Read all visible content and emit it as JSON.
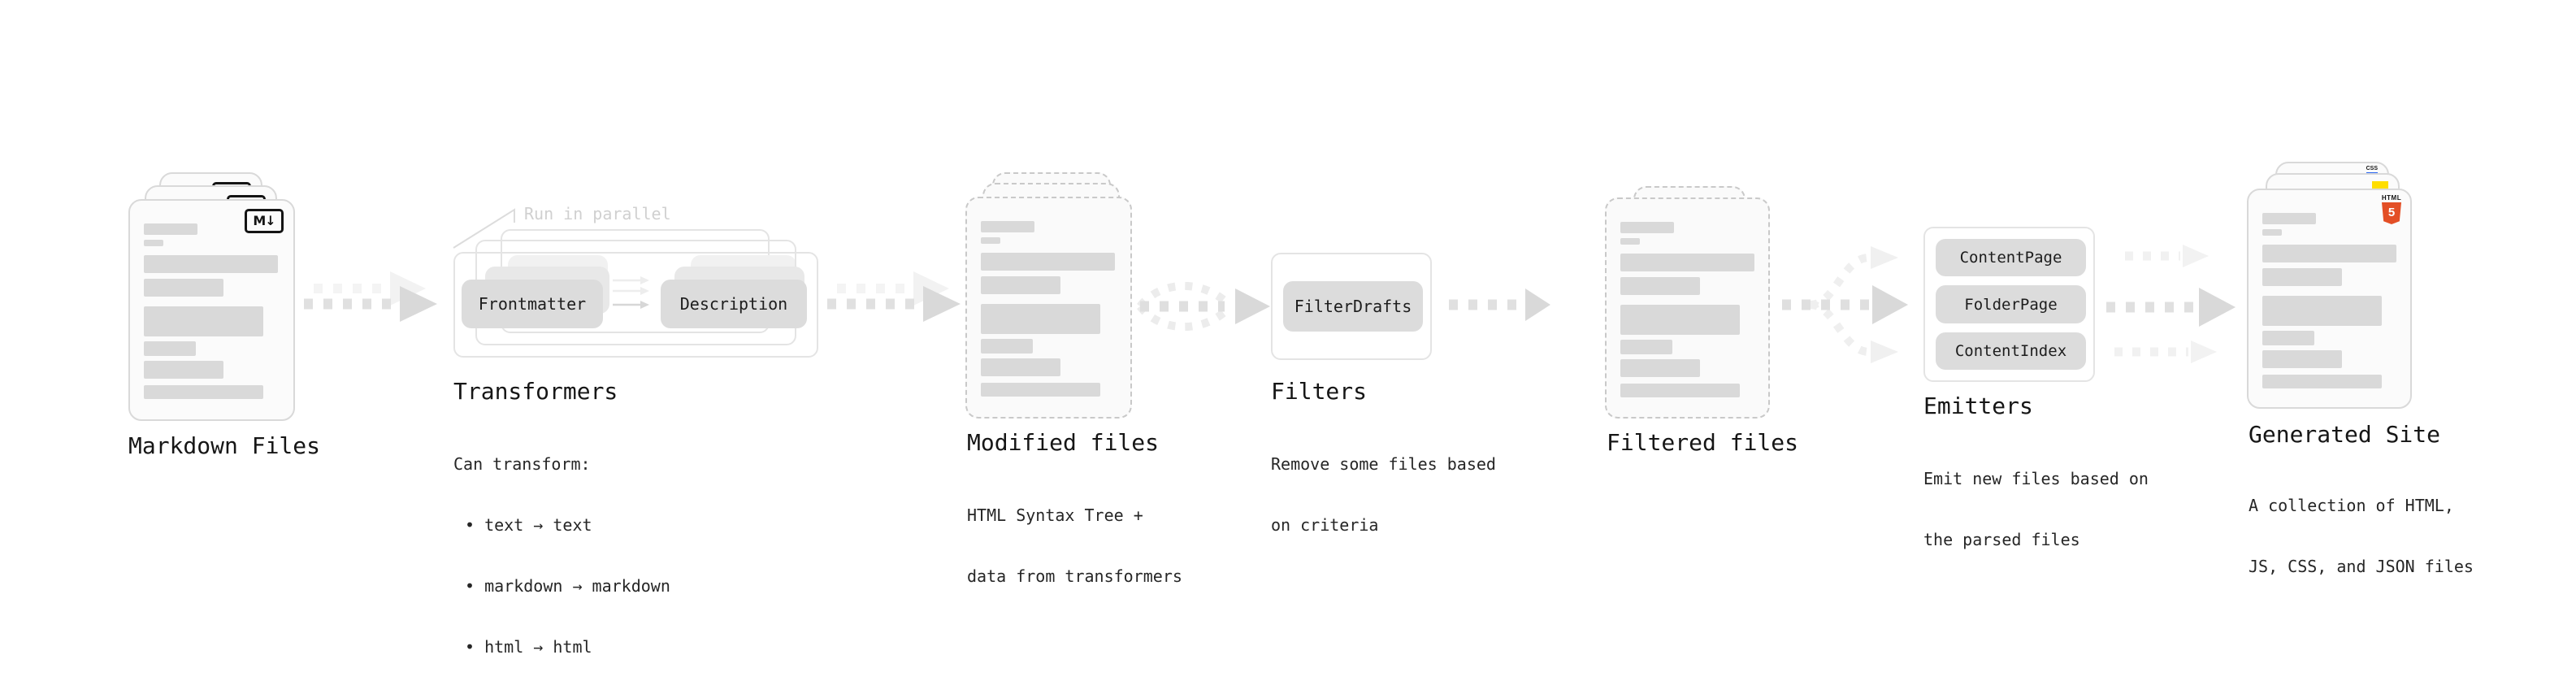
{
  "nodes": {
    "markdown_files": {
      "label": "Markdown Files",
      "badge": "M↓"
    },
    "transformers": {
      "label": "Transformers",
      "annotation": "Run in parallel",
      "boxes": [
        "Frontmatter",
        "Description"
      ],
      "desc": [
        "Can transform:",
        "• text → text",
        "• markdown → markdown",
        "• html → html"
      ]
    },
    "modified_files": {
      "label": "Modified files",
      "desc": [
        "HTML Syntax Tree +",
        "data from transformers"
      ]
    },
    "filters": {
      "label": "Filters",
      "boxes": [
        "FilterDrafts"
      ],
      "desc": [
        "Remove some files based",
        "on criteria"
      ]
    },
    "filtered_files": {
      "label": "Filtered files"
    },
    "emitters": {
      "label": "Emitters",
      "boxes": [
        "ContentPage",
        "FolderPage",
        "ContentIndex"
      ],
      "desc": [
        "Emit new files based on",
        "the parsed files"
      ]
    },
    "generated_site": {
      "label": "Generated Site",
      "badge_css": "CSS",
      "badge_html_word": "HTML",
      "badge_html_num": "5",
      "desc": [
        "A collection of HTML,",
        "JS, CSS, and JSON files"
      ]
    }
  },
  "colors": {
    "html5_orange": "#E34F26",
    "js_yellow": "#FFDE00",
    "css_blue": "#2965F1",
    "box_gray": "#DCDCDC",
    "arrow_gray": "#DEDEDE",
    "card_border": "#D9D9D9",
    "text_dark": "#1A1A1A",
    "faint_annotation": "#D0D0D0"
  }
}
